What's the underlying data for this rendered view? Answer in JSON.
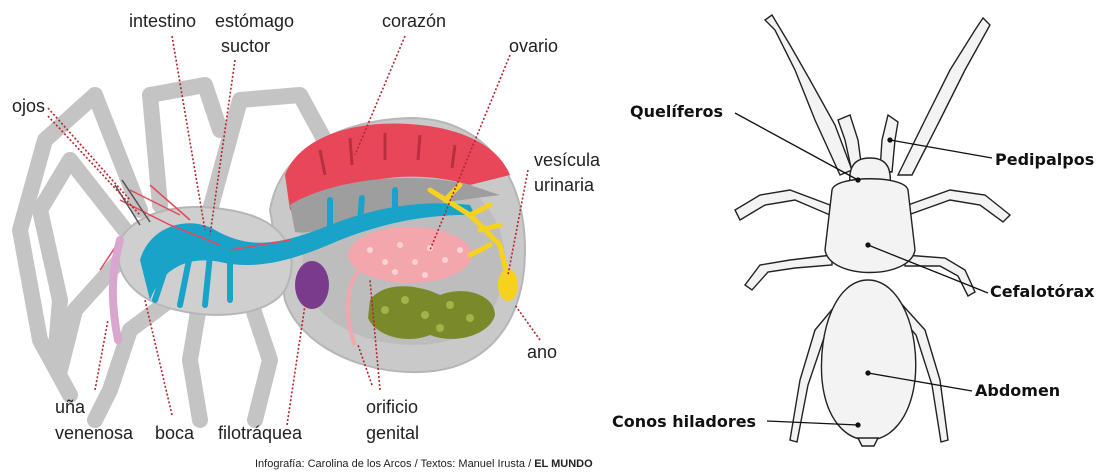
{
  "left_diagram": {
    "labels": {
      "intestino": "intestino",
      "estomago_line1": "estómago",
      "estomago_line2": "suctor",
      "corazon": "corazón",
      "ovario": "ovario",
      "ojos": "ojos",
      "vesicula_line1": "vesícula",
      "vesicula_line2": "urinaria",
      "ano": "ano",
      "una_line1": "uña",
      "una_line2": "venenosa",
      "boca": "boca",
      "filotraquea": "filotráquea",
      "orificio_line1": "orificio",
      "orificio_line2": "genital"
    },
    "credit_main": "Infografía: Carolina de los Arcos / Textos: Manuel Irusta / ",
    "credit_brand": "EL MUNDO",
    "colors": {
      "body": "#c9c9c9",
      "heart": "#e8475a",
      "gut": "#1aa3c9",
      "ovary": "#f4a6ad",
      "urinary": "#f6d21e",
      "book_lung": "#7b3b8c",
      "gland": "#7a8a2a",
      "leader": "#b3262d"
    }
  },
  "right_diagram": {
    "labels": {
      "queliferos": "Quelíferos",
      "pedipalpos": "Pedipalpos",
      "cefalotorax": "Cefalotórax",
      "abdomen": "Abdomen",
      "conos": "Conos hiladores"
    }
  }
}
